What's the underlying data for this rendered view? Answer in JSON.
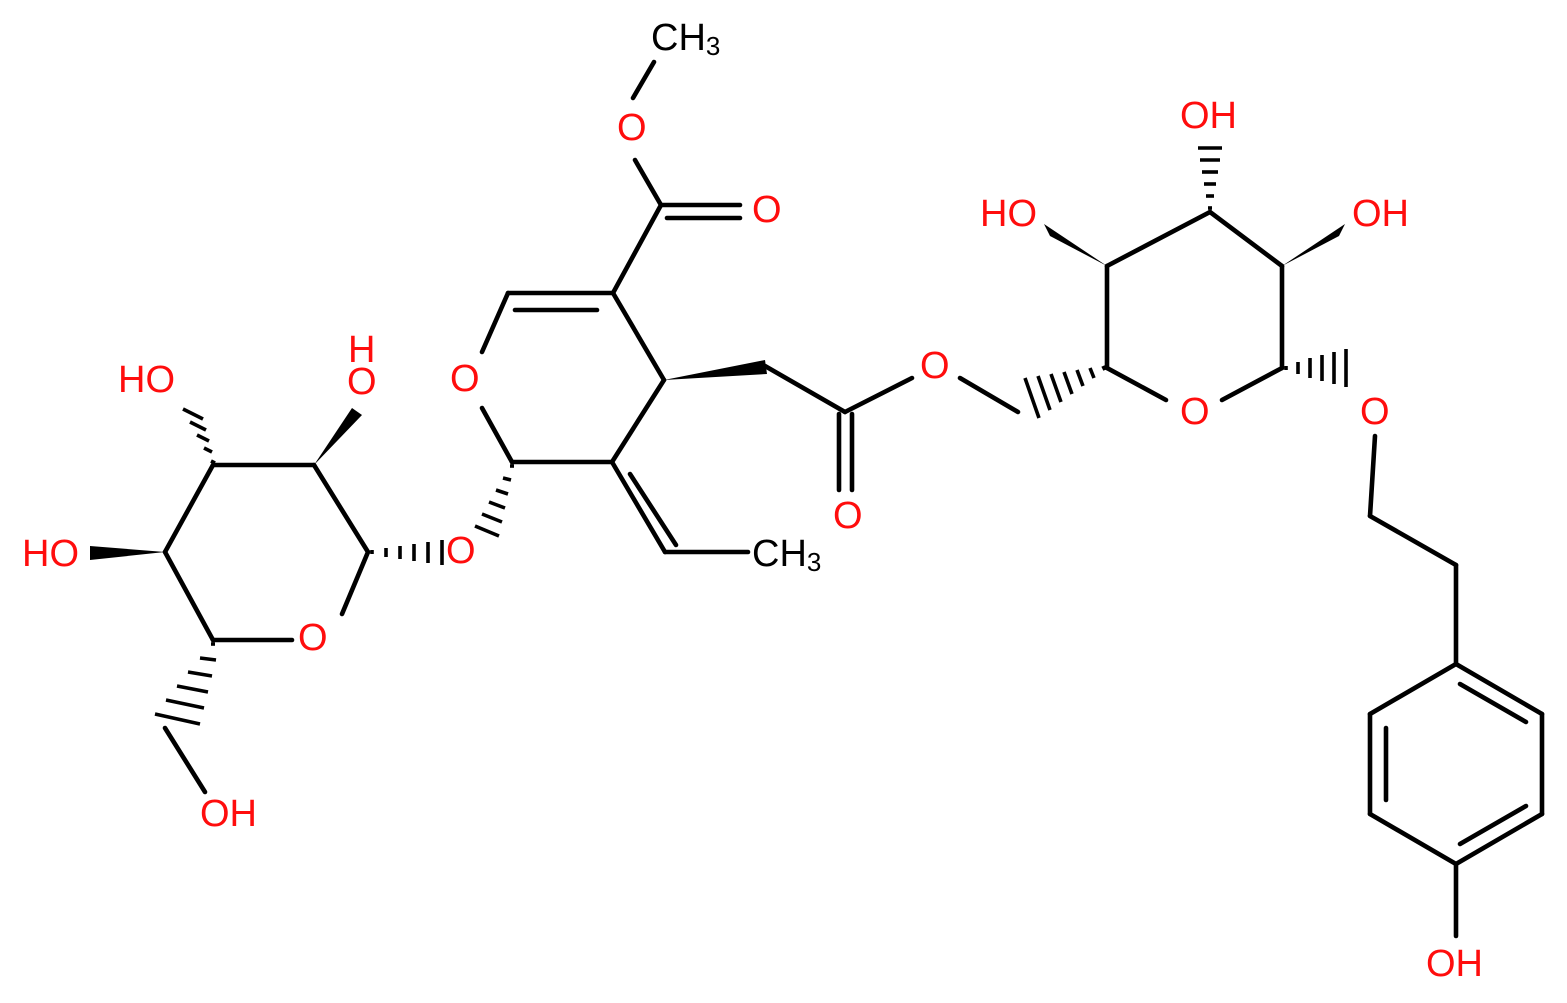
{
  "colors": {
    "bond": "#000000",
    "oxygen": "#ff0d0d",
    "carbon": "#000000",
    "background": "#ffffff"
  },
  "labels": {
    "methyl_top": {
      "main": "CH",
      "sub": "3"
    },
    "ester_o_top": "O",
    "carbonyl_o_top": "O",
    "ring_o_pyran": "O",
    "glycoside_o_left": "O",
    "ethylidene_ch3": {
      "main": "CH",
      "sub": "3"
    },
    "ester_o_mid": "O",
    "carbonyl_o_mid": "O",
    "ring_o_left_sugar": "O",
    "oh_left_1": "HO",
    "oh_left_2": "HO",
    "oh_left_3": "HO",
    "oh_left_top_h": "H",
    "oh_left_bottom": "OH",
    "ring_o_right_sugar": "O",
    "oh_right_1": "HO",
    "oh_right_2": "OH",
    "oh_right_3": "OH",
    "glycoside_o_right": "O",
    "phenol_oh": "OH"
  }
}
